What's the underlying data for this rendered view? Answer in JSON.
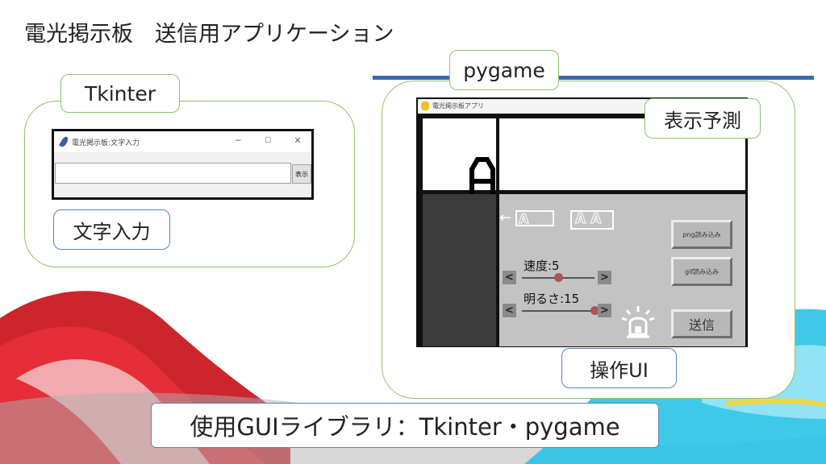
{
  "slide": {
    "title": "電光掲示板　送信用アプリケーション",
    "summary": "使用GUIライブラリ：Tkinter・pygame"
  },
  "colors": {
    "box_border": "#8fc26b",
    "blue_border": "#5a82c4",
    "blue_bar": "#3a67b0",
    "bg_red": "#d9141b",
    "bg_cyan": "#29c3e8"
  },
  "tkinter": {
    "label": "Tkinter",
    "caption": "文字入力",
    "window": {
      "title": "電光掲示板:文字入力",
      "minimize": "─",
      "maximize": "☐",
      "close": "✕",
      "entry_value": "",
      "button_label": "表示",
      "icon": "feather-icon"
    }
  },
  "pygame": {
    "label": "pygame",
    "forecast_caption": "表示予測",
    "ui_caption": "操作UI",
    "window": {
      "title": "電光掲示板アプリ",
      "icon": "pygame-snake-icon",
      "preview_letter": "A",
      "scroll_left_arrow": "←",
      "mode_letter_single": "A",
      "mode_letters_double": "AA",
      "speed_label": "速度:5",
      "speed_value": 5,
      "speed_range": [
        0,
        10
      ],
      "brightness_label": "明るさ:15",
      "brightness_value": 15,
      "brightness_range": [
        0,
        15
      ],
      "arrow_left": "<",
      "arrow_right": ">",
      "png_button": "png読み込み",
      "gif_button": "gif読み込み",
      "send_button": "送信",
      "siren_icon": "siren-icon"
    }
  }
}
